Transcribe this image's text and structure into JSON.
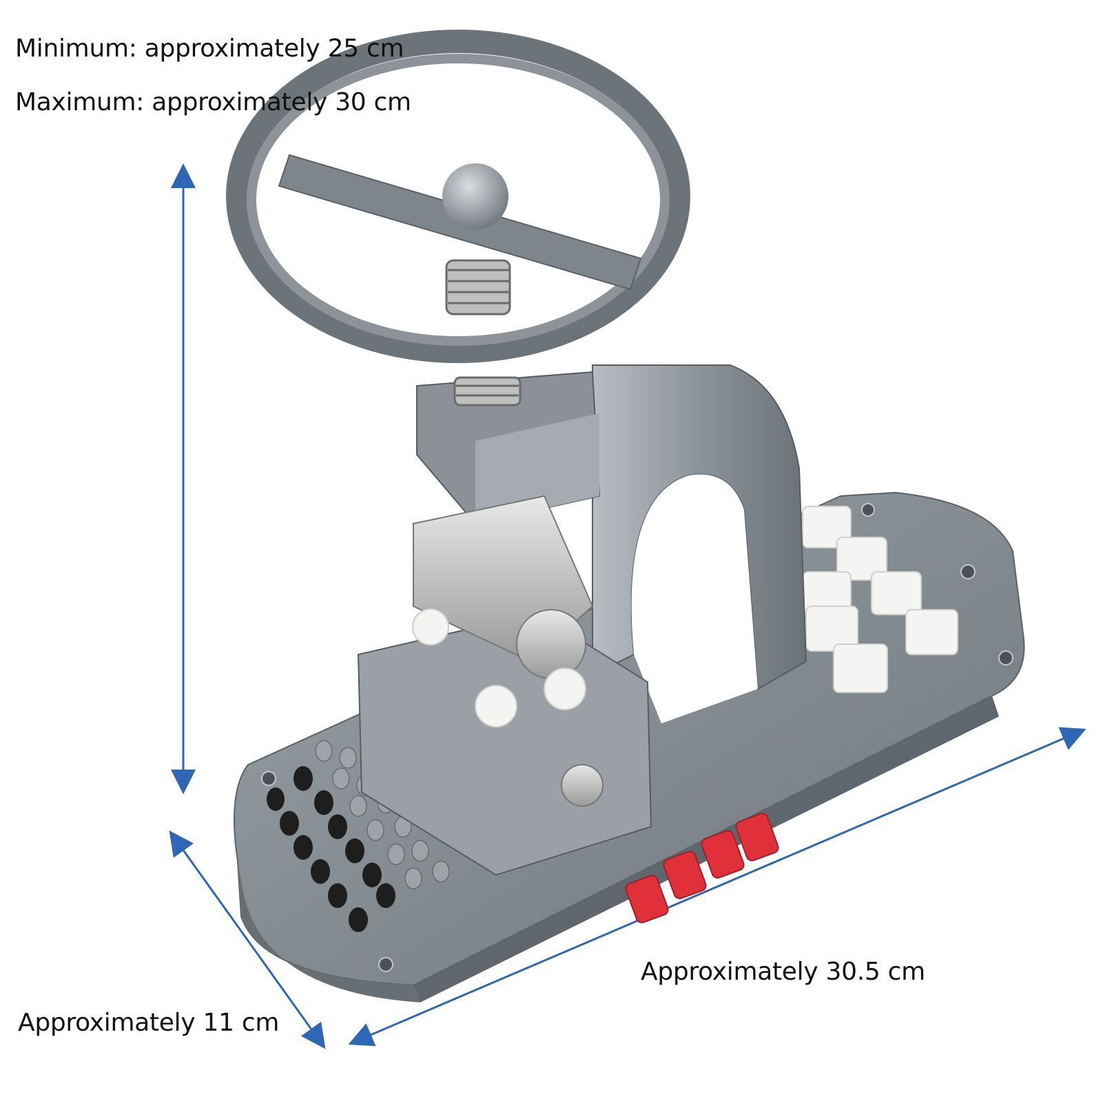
{
  "labels": {
    "min_height": "Minimum: approximately 25 cm",
    "max_height": "Maximum: approximately 30 cm",
    "length": "Approximately 30.5 cm",
    "width": "Approximately 11 cm"
  },
  "colors": {
    "arrow": "#2f66b5",
    "metal": "#7f868d",
    "metal_dark": "#5f666d",
    "metal_light": "#a9afb5",
    "steel": "#c9c9c9",
    "white_pads": "#f4f4f2",
    "red_caps": "#e0303a",
    "black_bits": "#1e1e1e"
  }
}
